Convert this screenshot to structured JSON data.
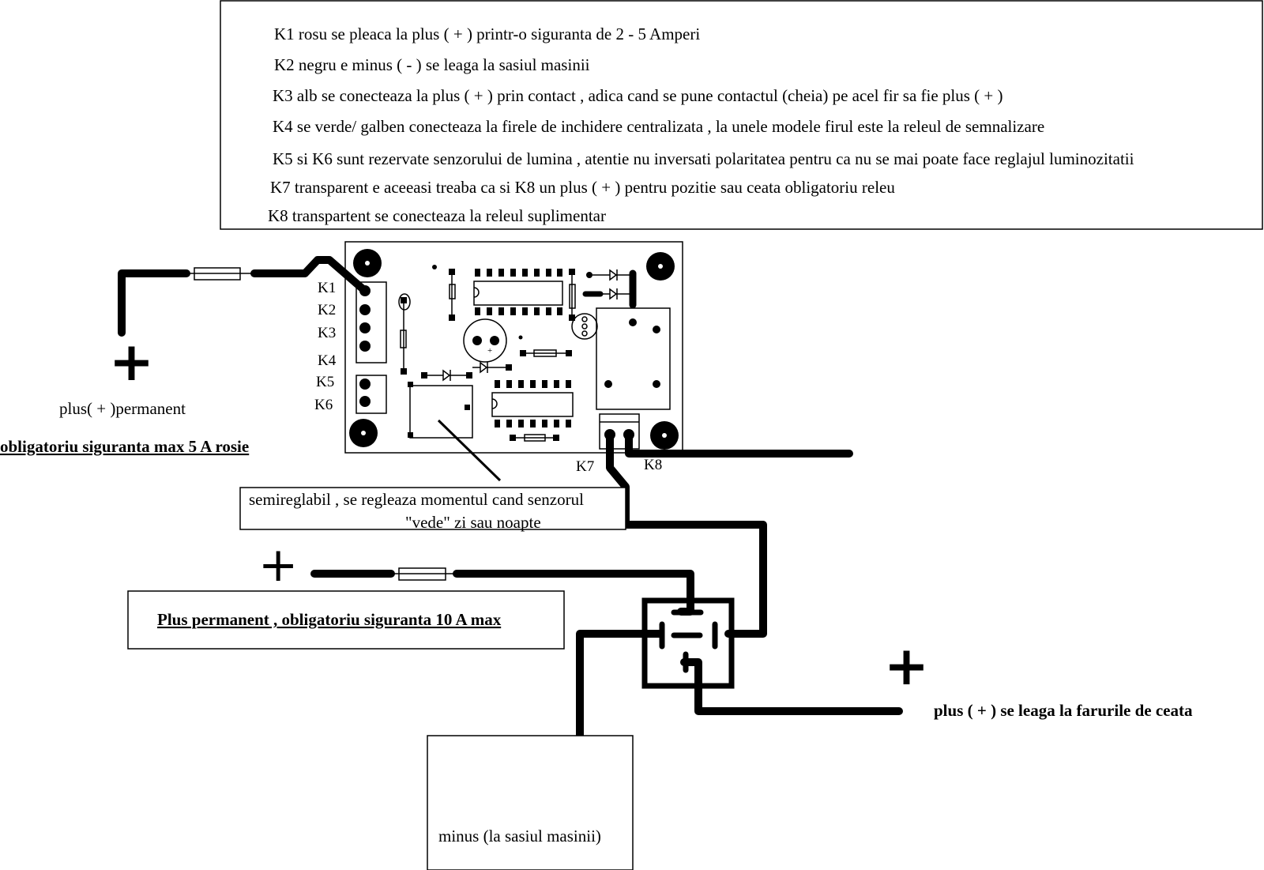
{
  "notes": [
    "K1  rosu se pleaca la plus ( + ) printr-o siguranta de 2  - 5 Amperi",
    "K2  negru e minus ( - ) se leaga la sasiul masinii",
    "K3 alb se conecteaza la  plus ( + ) prin contact , adica cand se pune contactul (cheia) pe acel fir sa fie plus ( + )",
    "K4 se verde/ galben conecteaza la firele de inchidere centralizata , la unele modele firul este la releul de semnalizare",
    "K5 si K6 sunt rezervate senzorului de lumina , atentie nu inversati polaritatea pentru ca nu se mai poate face reglajul  luminozitatii",
    "K7  transparent e aceeasi treaba ca si K8 un plus ( + ) pentru pozitie sau ceata obligatoriu releu",
    "K8 transpartent  se conecteaza la releul suplimentar"
  ],
  "pins": [
    "K1",
    "K2",
    "K3",
    "K4",
    "K5",
    "K6",
    "K7",
    "K8"
  ],
  "labels": {
    "plus_symbol": "+",
    "plus_permanent": "plus( + )permanent",
    "fuse_5a": "obligatoriu siguranta max 5 A rosie",
    "trimmer_line1": "semireglabil , se regleaza momentul cand senzorul",
    "trimmer_line2": "\"vede\" zi sau noapte",
    "plus_permanent_10a": "Plus permanent , obligatoriu siguranta  10 A max",
    "fog_lights": "plus ( + ) se leaga la farurile de ceata",
    "ground": "minus (la sasiul masinii)"
  },
  "icons": [
    "fuse-icon",
    "relay-icon",
    "ground-icon",
    "capacitor-icon",
    "diode-icon",
    "ic-chip-icon",
    "mounting-hole-icon"
  ]
}
